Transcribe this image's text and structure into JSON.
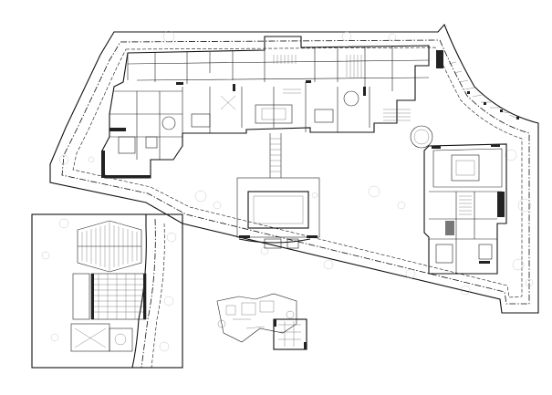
{
  "drawing": {
    "type": "architectural site plan",
    "colors": {
      "line": "#111111",
      "fine_line": "#555555",
      "landscape": "#bbbbbb",
      "paper": "#ffffff"
    },
    "views": [
      "main-floor-plan",
      "detail-inset",
      "key-plan"
    ]
  }
}
